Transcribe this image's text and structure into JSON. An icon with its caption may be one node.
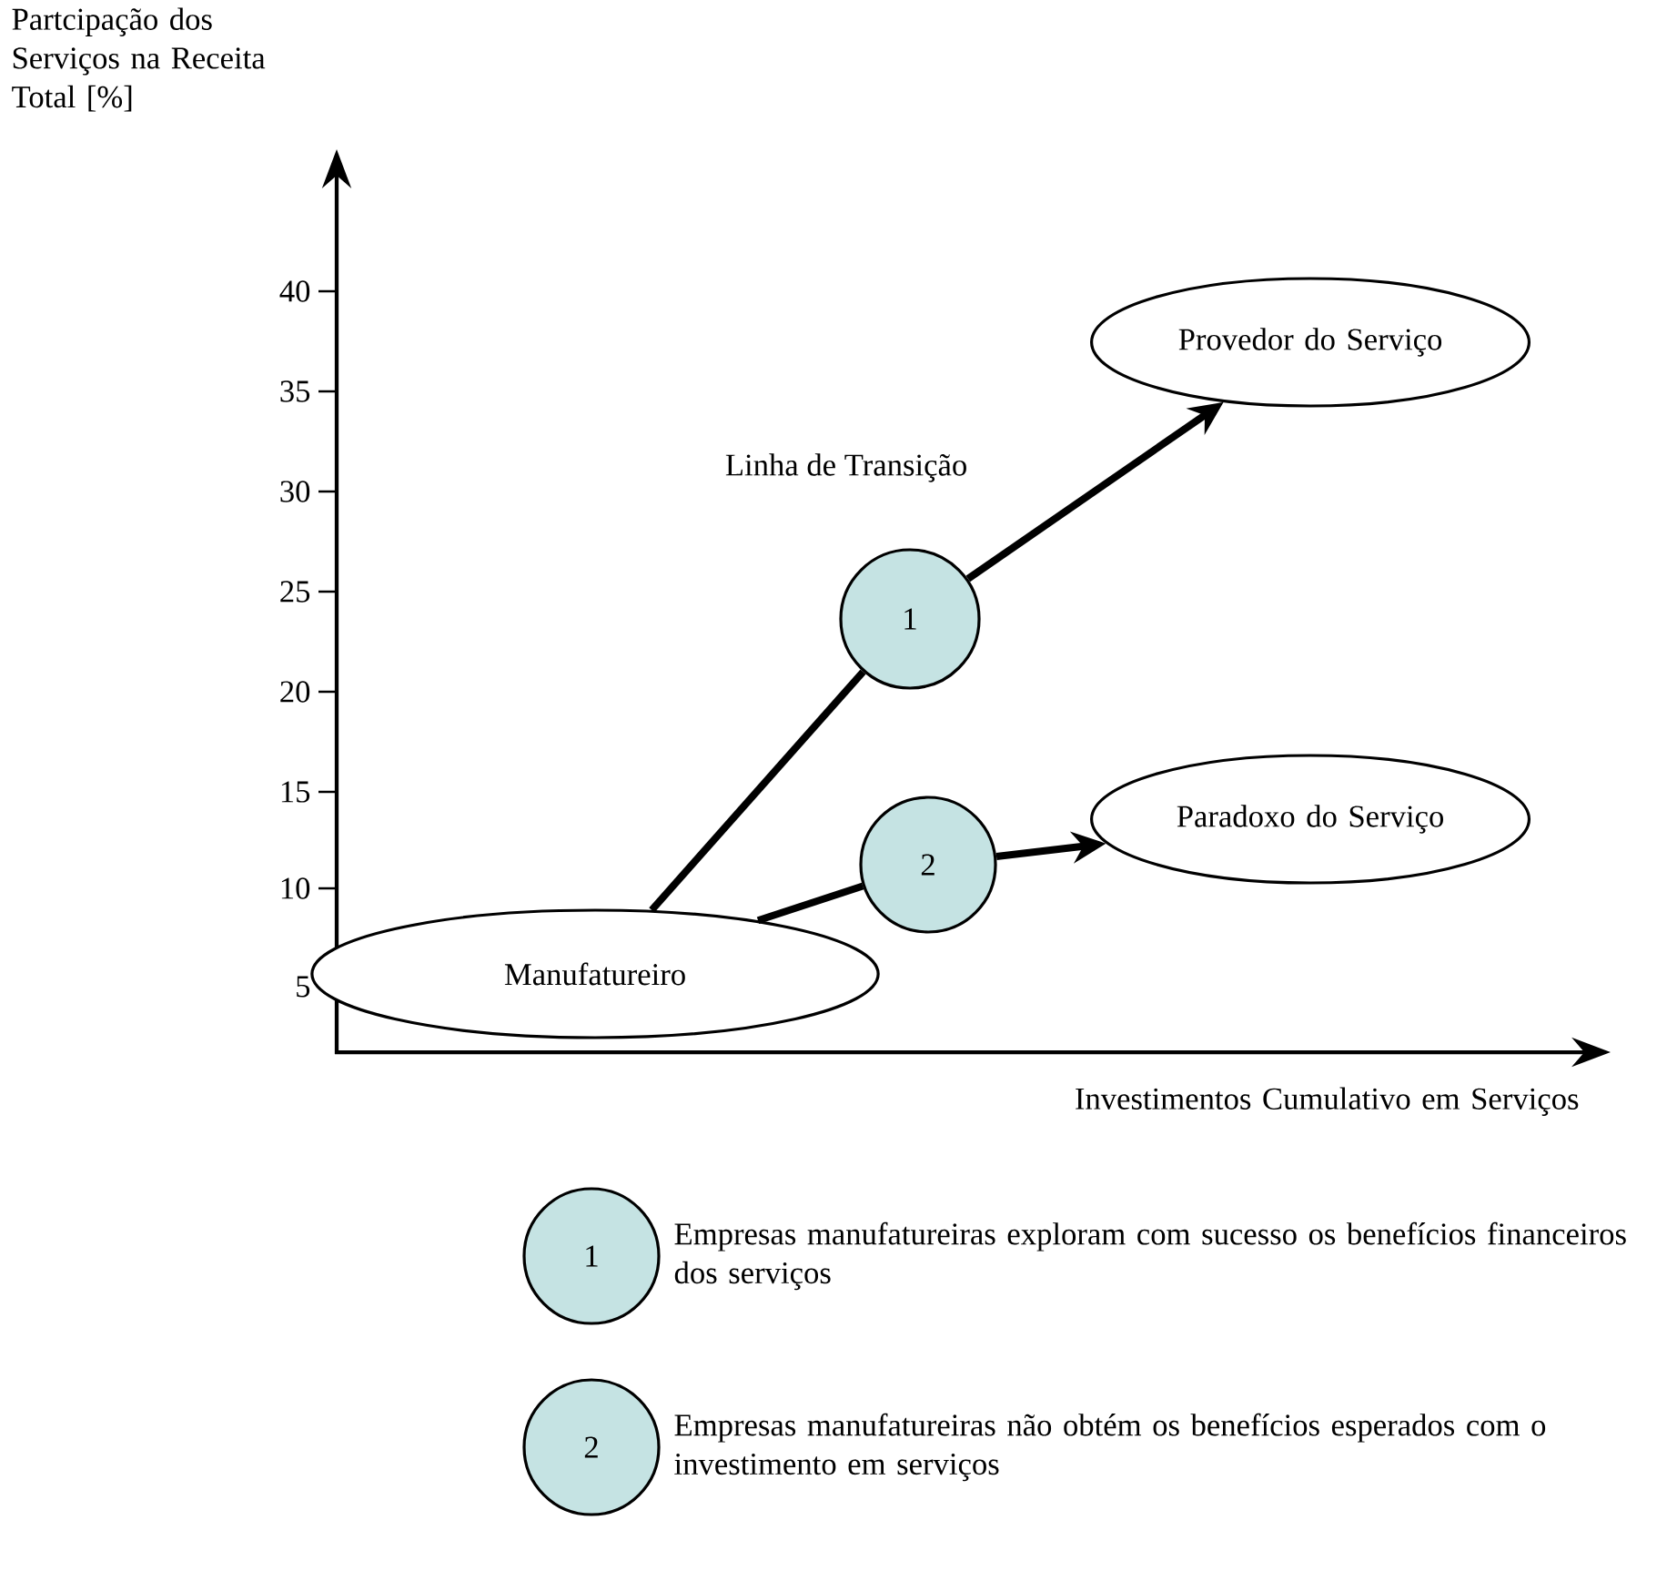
{
  "diagram": {
    "nodes": [
      {
        "text": [
          "Manufatureiro"
        ]
      },
      {
        "text": [
          "1"
        ]
      },
      {
        "text": [
          "Provedor do Serviço"
        ]
      },
      {
        "text": [
          "2"
        ]
      },
      {
        "text": [
          "Paradoxo do Serviço"
        ]
      },
      {
        "text": [
          "1"
        ],
        "beside": [
          "Empresas manufatureiras exploram com sucesso os benefícios financeiros dos serviços"
        ]
      },
      {
        "text": [
          "2"
        ],
        "beside": [
          "Empresas manufatureiras não obtém os benefícios esperados com o investimento em serviços"
        ]
      }
    ],
    "edges": [
      {
        "from": 0,
        "to": 1,
        "arrow": "none"
      },
      {
        "from": 1,
        "to": 2,
        "arrow": "to",
        "label": "Linha de Transição"
      },
      {
        "from": 0,
        "to": 3,
        "arrow": "none"
      },
      {
        "from": 3,
        "to": 4,
        "arrow": "to"
      }
    ],
    "labels": [
      "Partcipação dos Serviços na Receita Total [%]",
      "40",
      "35",
      "30",
      "25",
      "20",
      "15",
      "10",
      "5",
      "Investimentos Cumulativo em Serviços"
    ]
  }
}
